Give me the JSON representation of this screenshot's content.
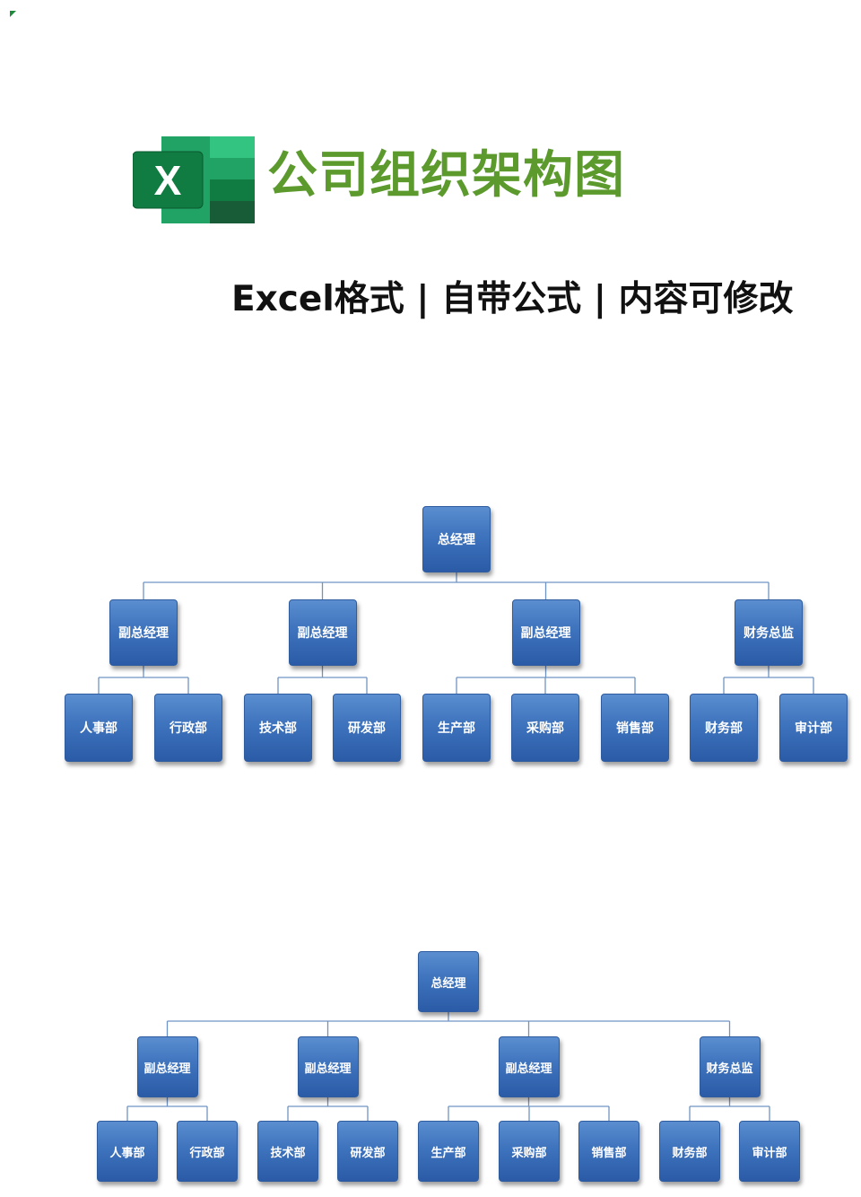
{
  "header": {
    "title": "公司组织架构图",
    "subtitle": "Excel格式 | 自带公式 | 内容可修改",
    "logo_letter": "X"
  },
  "colors": {
    "title_green": "#5c9a2e",
    "box_blue": "#3e73bd",
    "line_blue": "#6f93c4"
  },
  "org_charts": [
    {
      "root": "总经理",
      "managers": [
        {
          "label": "副总经理",
          "departments": [
            "人事部",
            "行政部"
          ]
        },
        {
          "label": "副总经理",
          "departments": [
            "技术部",
            "研发部"
          ]
        },
        {
          "label": "副总经理",
          "departments": [
            "生产部",
            "采购部",
            "销售部"
          ]
        },
        {
          "label": "财务总监",
          "departments": [
            "财务部",
            "审计部"
          ]
        }
      ]
    },
    {
      "root": "总经理",
      "managers": [
        {
          "label": "副总经理",
          "departments": [
            "人事部",
            "行政部"
          ]
        },
        {
          "label": "副总经理",
          "departments": [
            "技术部",
            "研发部"
          ]
        },
        {
          "label": "副总经理",
          "departments": [
            "生产部",
            "采购部",
            "销售部"
          ]
        },
        {
          "label": "财务总监",
          "departments": [
            "财务部",
            "审计部"
          ]
        }
      ]
    }
  ]
}
